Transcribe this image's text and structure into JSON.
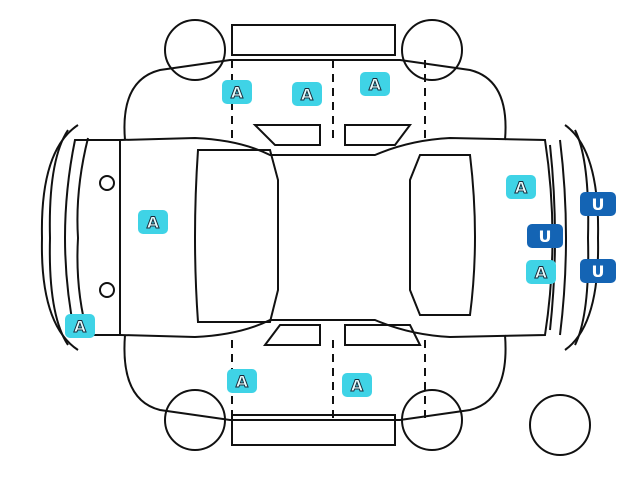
{
  "colors": {
    "A": "#3fd3e6",
    "U": "#1464b4"
  },
  "markers": [
    {
      "code": "A",
      "area": "roof-left-top"
    },
    {
      "code": "A",
      "area": "roof-center-top"
    },
    {
      "code": "A",
      "area": "roof-right-top"
    },
    {
      "code": "A",
      "area": "hood"
    },
    {
      "code": "A",
      "area": "trunk-upper"
    },
    {
      "code": "A",
      "area": "trunk-lower"
    },
    {
      "code": "A",
      "area": "front-bumper-corner"
    },
    {
      "code": "A",
      "area": "side-left-bottom"
    },
    {
      "code": "A",
      "area": "side-right-bottom"
    },
    {
      "code": "U",
      "area": "rear-bumper-upper"
    },
    {
      "code": "U",
      "area": "rear-panel"
    },
    {
      "code": "U",
      "area": "rear-bumper-lower"
    }
  ]
}
